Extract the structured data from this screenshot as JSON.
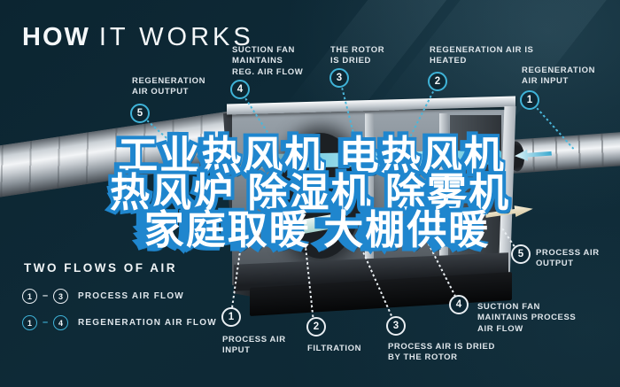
{
  "title": {
    "bold": "HOW",
    "light": "IT WORKS"
  },
  "overlay": {
    "lines": [
      "工业热风机 电热风机",
      "热风炉 除湿机 除雾机",
      "家庭取暖 大棚供暖"
    ],
    "fill_color": "#ffffff",
    "stroke_color": "#1f86ce"
  },
  "colors": {
    "background": "#0d2733",
    "regeneration_accent": "#3fb3d8",
    "process_accent": "#e9eef2"
  },
  "callouts": {
    "regeneration": [
      {
        "num": "1",
        "label": "REGENERATION AIR INPUT"
      },
      {
        "num": "2",
        "label": "REGENERATION AIR IS HEATED"
      },
      {
        "num": "3",
        "label": "THE ROTOR IS DRIED"
      },
      {
        "num": "4",
        "label": "SUCTION FAN MAINTAINS REG. AIR FLOW"
      },
      {
        "num": "5",
        "label": "REGENERATION AIR OUTPUT"
      }
    ],
    "process": [
      {
        "num": "1",
        "label": "PROCESS AIR INPUT"
      },
      {
        "num": "2",
        "label": "FILTRATION"
      },
      {
        "num": "3",
        "label": "PROCESS AIR IS DRIED BY THE ROTOR"
      },
      {
        "num": "4",
        "label": "SUCTION FAN MAINTAINS PROCESS AIR FLOW"
      },
      {
        "num": "5",
        "label": "PROCESS AIR OUTPUT"
      }
    ]
  },
  "legend": {
    "title": "TWO FLOWS OF AIR",
    "separator": "–",
    "rows": [
      {
        "from": "1",
        "to": "3",
        "label": "PROCESS AIR FLOW",
        "type": "process"
      },
      {
        "from": "1",
        "to": "4",
        "label": "REGENERATION AIR FLOW",
        "type": "regeneration"
      }
    ]
  }
}
